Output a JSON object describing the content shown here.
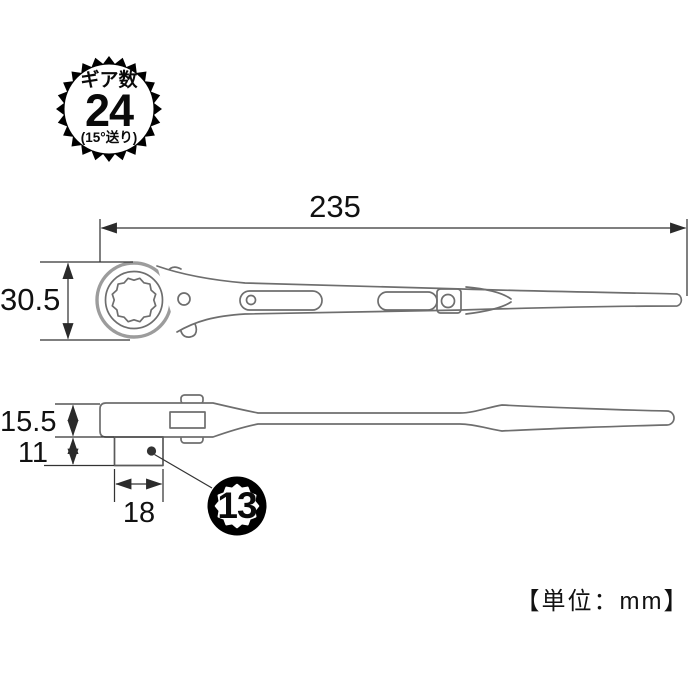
{
  "title_badge": {
    "label": "ギア数",
    "value": "24",
    "note": "(15°送り)"
  },
  "dimensions": {
    "overall_length_mm": "235",
    "head_diameter_mm": "30.5",
    "head_thickness_mm": "15.5",
    "drive_height_mm": "11",
    "drive_width_mm": "18"
  },
  "socket_badge": {
    "size_mm": "13"
  },
  "footer": {
    "unit_note": "【単位：mm】"
  },
  "colors": {
    "outline": "#6e6e6e",
    "chamfer": "#9c9c9c",
    "dimension_line": "#333333",
    "text": "#111111",
    "badge": "#000000",
    "background": "#ffffff"
  }
}
